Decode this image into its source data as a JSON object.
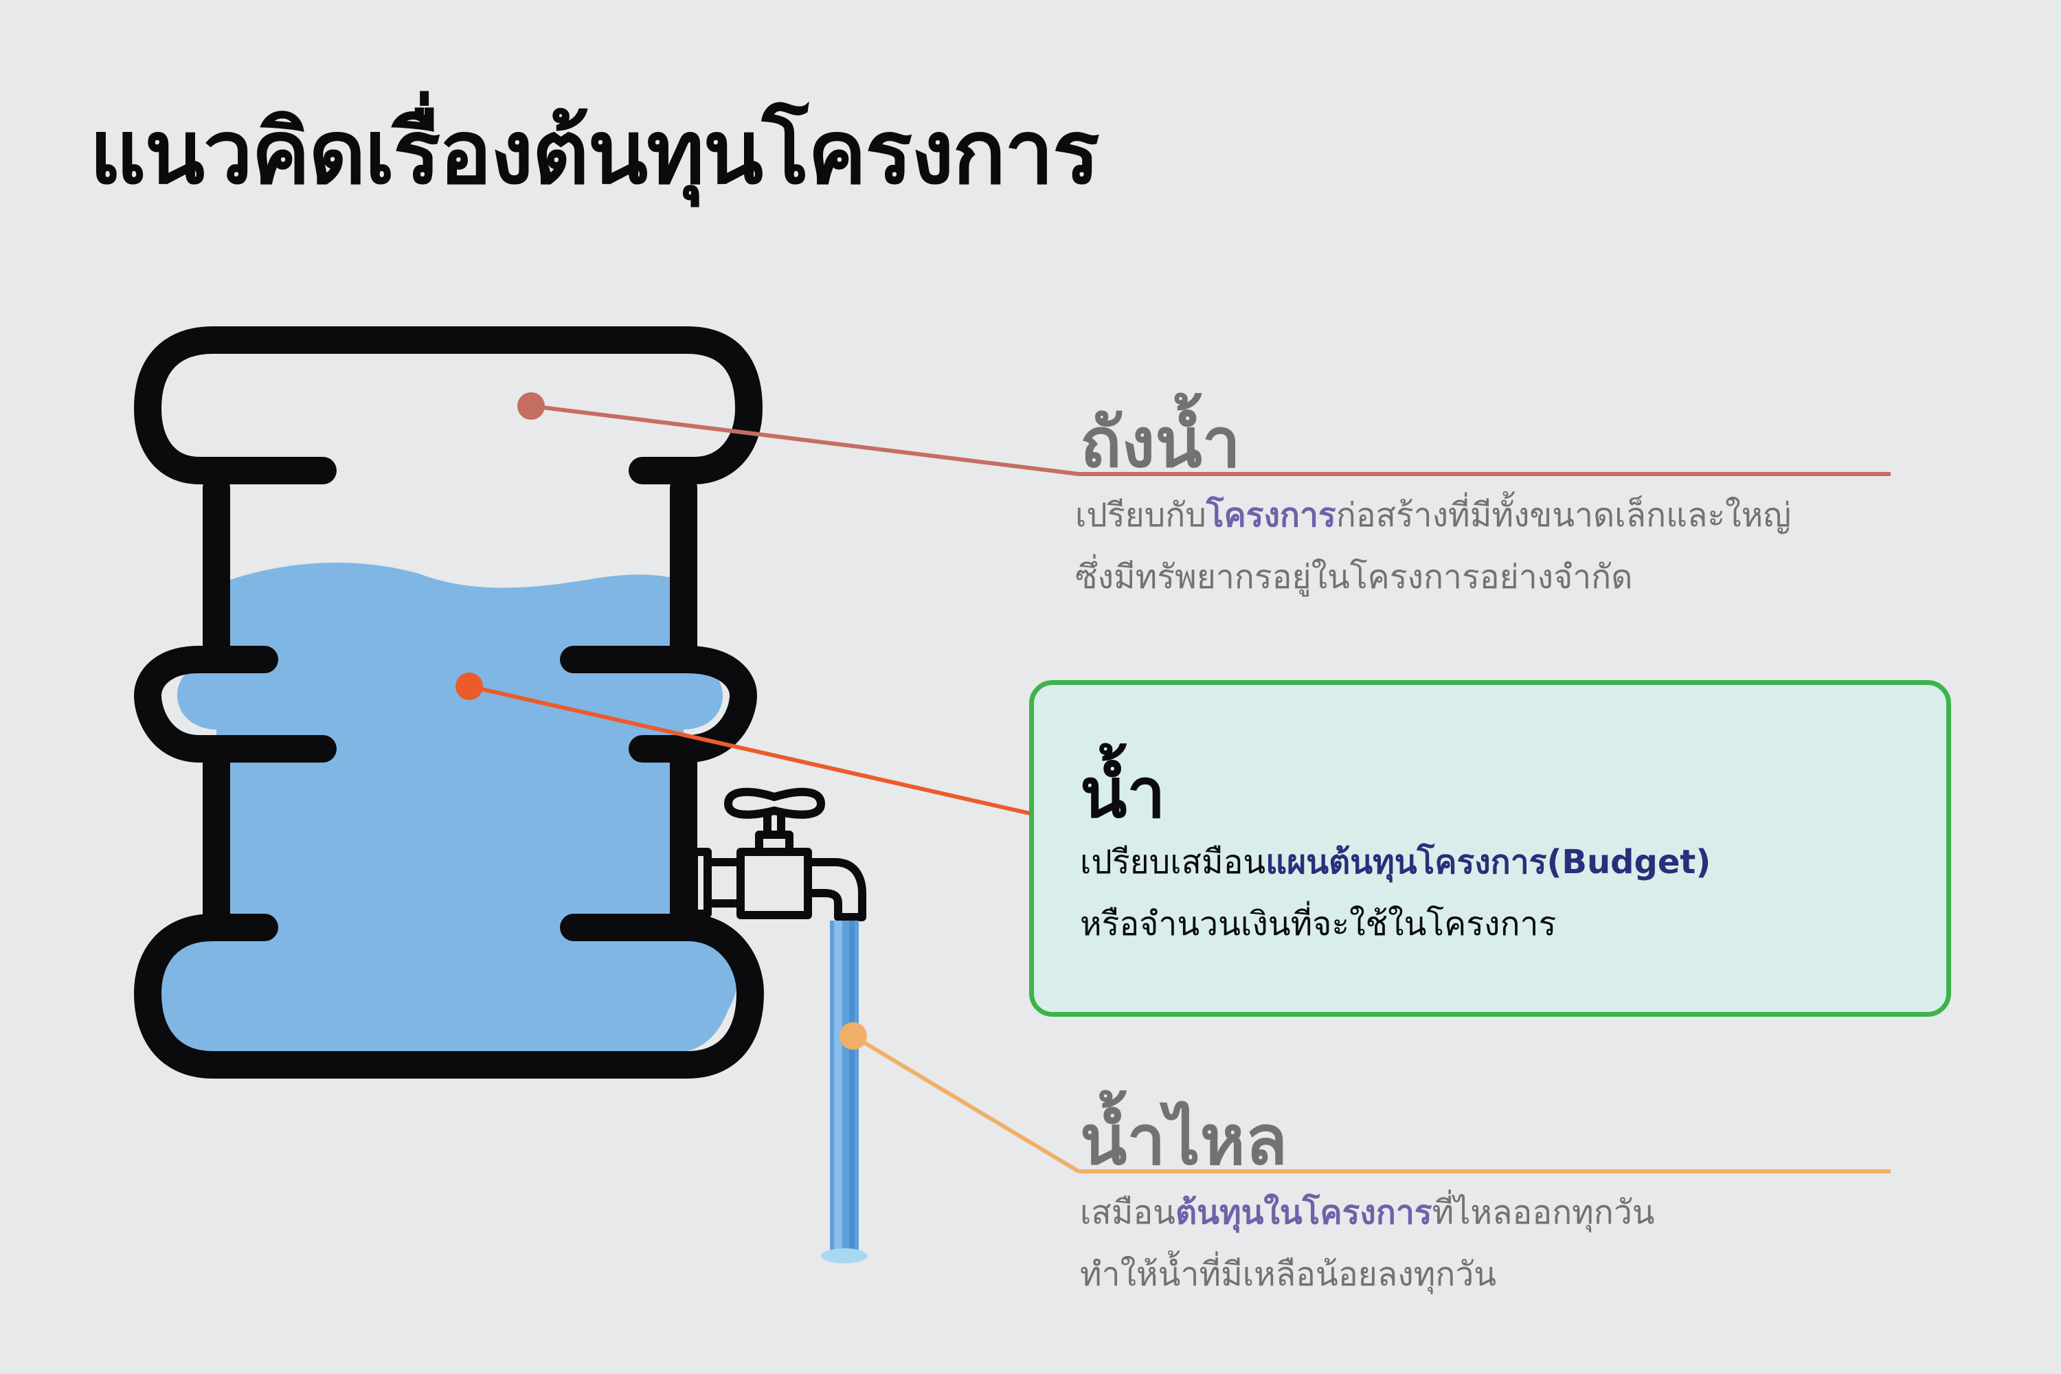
{
  "title": "แนวคิดเรื่องต้นทุนโครงการ",
  "colors": {
    "background": "#e8e9ea",
    "tank_outline": "#0b0b0e",
    "water": "#80b6e3",
    "tank_line": "#c46e62",
    "water_line": "#ec5b2c",
    "flow_line": "#f0b068",
    "card_fill": "#d9eeea",
    "card_border": "#3db34a",
    "highlight_muted": "#6e62a8",
    "highlight_navy": "#27307a"
  },
  "items": {
    "tank": {
      "title": "ถังน้ำ",
      "line1_pre": "เปรียบกับ",
      "line1_hl": "โครงการ",
      "line1_post": "ก่อสร้างที่มีทั้งขนาดเล็กและใหญ่",
      "line2": "ซึ่งมีทรัพยากรอยู่ในโครงการอย่างจำกัด"
    },
    "water": {
      "title": "น้ำ",
      "line1_pre": "เปรียบเสมือน",
      "line1_hl": "แผนต้นทุนโครงการ(Budget)",
      "line2": "หรือจำนวนเงินที่จะใช้ในโครงการ"
    },
    "flow": {
      "title": "น้ำไหล",
      "line1_pre": "เสมือน",
      "line1_hl": "ต้นทุนในโครงการ",
      "line1_post": "ที่ไหลออกทุกวัน",
      "line2": "ทำให้น้ำที่มีเหลือน้อยลงทุกวัน"
    }
  },
  "icons": {
    "tank": "water-tank-icon",
    "faucet": "faucet-icon",
    "stream": "water-stream-icon"
  }
}
